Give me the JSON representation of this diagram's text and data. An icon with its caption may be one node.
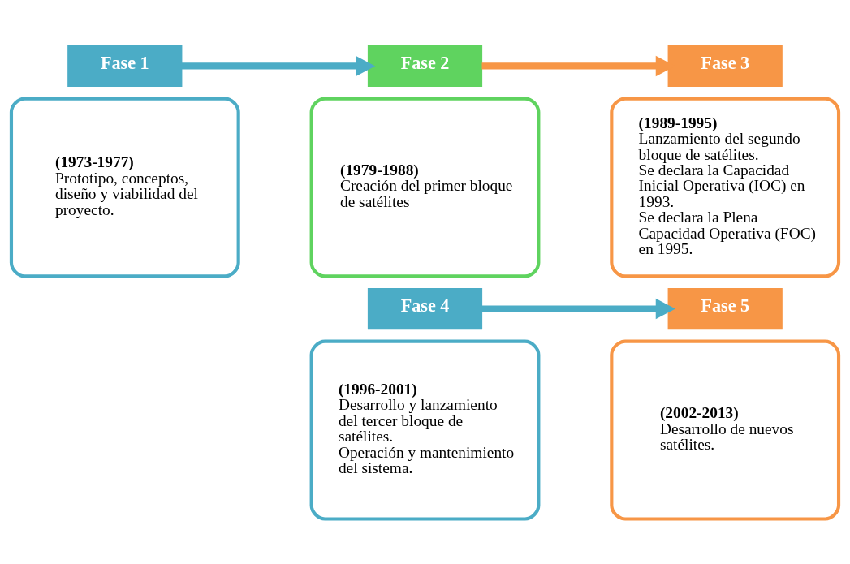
{
  "diagram": {
    "nodes": [
      {
        "text": [
          "Fase 1"
        ]
      },
      {
        "text": [
          "(1973-1977)",
          "Prototipo, conceptos, diseño y viabilidad del proyecto."
        ]
      },
      {
        "text": [
          "Fase 2"
        ]
      },
      {
        "text": [
          "(1979-1988)",
          "Creación del primer bloque de satélites"
        ]
      },
      {
        "text": [
          "Fase 3"
        ]
      },
      {
        "text": [
          "(1989-1995)",
          "Lanzamiento del segundo bloque de satélites.",
          "Se declara la Capacidad Inicial Operativa (IOC) en 1993.",
          "Se declara la Plena Capacidad Operativa (FOC) en 1995."
        ]
      },
      {
        "text": [
          "Fase 4"
        ]
      },
      {
        "text": [
          "(1996-2001)",
          "Desarrollo y lanzamiento del tercer bloque de satélites.",
          "Operación y mantenimiento del sistema."
        ]
      },
      {
        "text": [
          "Fase 5"
        ]
      },
      {
        "text": [
          "(2002-2013)",
          "Desarrollo de nuevos satélites."
        ]
      }
    ],
    "edges": [
      {
        "from": 0,
        "to": 2,
        "arrow": "to"
      },
      {
        "from": 2,
        "to": 4,
        "arrow": "to",
        "color": "#f79646"
      },
      {
        "from": 6,
        "to": 8,
        "arrow": "to"
      }
    ]
  }
}
